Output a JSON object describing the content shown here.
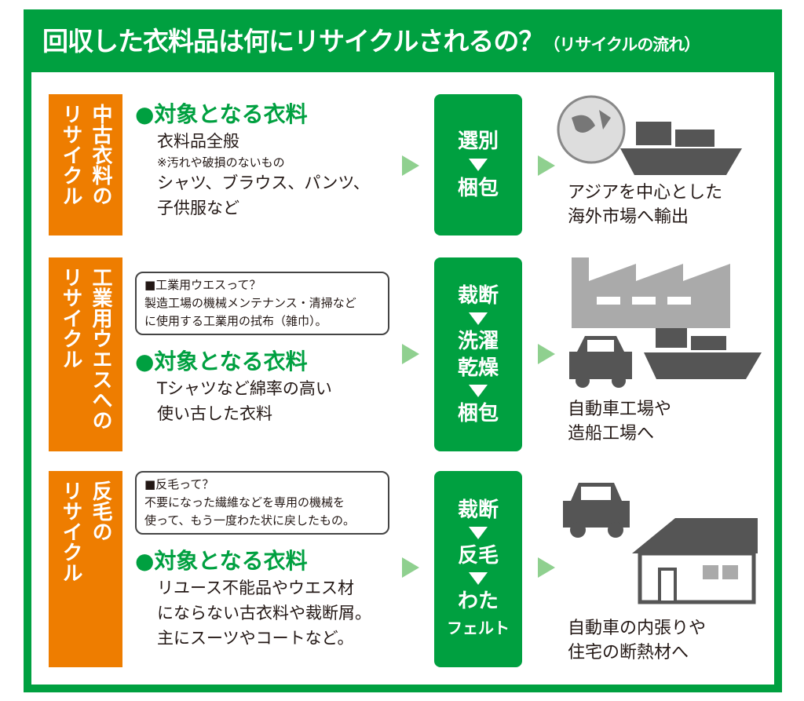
{
  "title": {
    "main": "回収した衣料品は何にリサイクルされるの？",
    "sub": "（リサイクルの流れ）"
  },
  "colors": {
    "green": "#00a040",
    "orange": "#ee7d00",
    "arrow": "#8fd08f",
    "icon": "#555555"
  },
  "rows": [
    {
      "label": [
        "中古衣料の",
        "リサイクル"
      ],
      "target_heading": "●対象となる衣料",
      "lines": [
        "衣料品全般"
      ],
      "note": "※汚れや破損のないもの",
      "lines2": [
        "シャツ、ブラウス、パンツ、",
        "子供服など"
      ],
      "steps": [
        "選別",
        "梱包"
      ],
      "dest": [
        "アジアを中心とした",
        "海外市場へ輸出"
      ],
      "icons": [
        "globe-icon",
        "ship-icon"
      ]
    },
    {
      "label": [
        "工業用ウエスへの",
        "リサイクル"
      ],
      "info": [
        "■工業用ウエスって？",
        "製造工場の機械メンテナンス・清掃など",
        "に使用する工業用の拭布（雑巾）。"
      ],
      "target_heading": "●対象となる衣料",
      "lines": [
        "Tシャツなど綿率の高い",
        "使い古した衣料"
      ],
      "steps": [
        "裁断",
        "洗濯",
        "乾燥",
        "梱包"
      ],
      "dest": [
        "自動車工場や",
        "造船工場へ"
      ],
      "icons": [
        "factory-icon",
        "car-icon",
        "ship-icon"
      ]
    },
    {
      "label": [
        "反毛の",
        "リサイクル"
      ],
      "info": [
        "■反毛って？",
        "不要になった繊維などを専用の機械を",
        "使って、もう一度わた状に戻したもの。"
      ],
      "target_heading": "●対象となる衣料",
      "lines": [
        "リユース不能品やウエス材",
        "にならない古衣料や裁断屑。",
        "主にスーツやコートなど。"
      ],
      "steps": [
        "裁断",
        "反毛",
        "わた",
        "フェルト"
      ],
      "dest": [
        "自動車の内張りや",
        "住宅の断熱材へ"
      ],
      "icons": [
        "car-icon",
        "house-icon"
      ]
    }
  ]
}
